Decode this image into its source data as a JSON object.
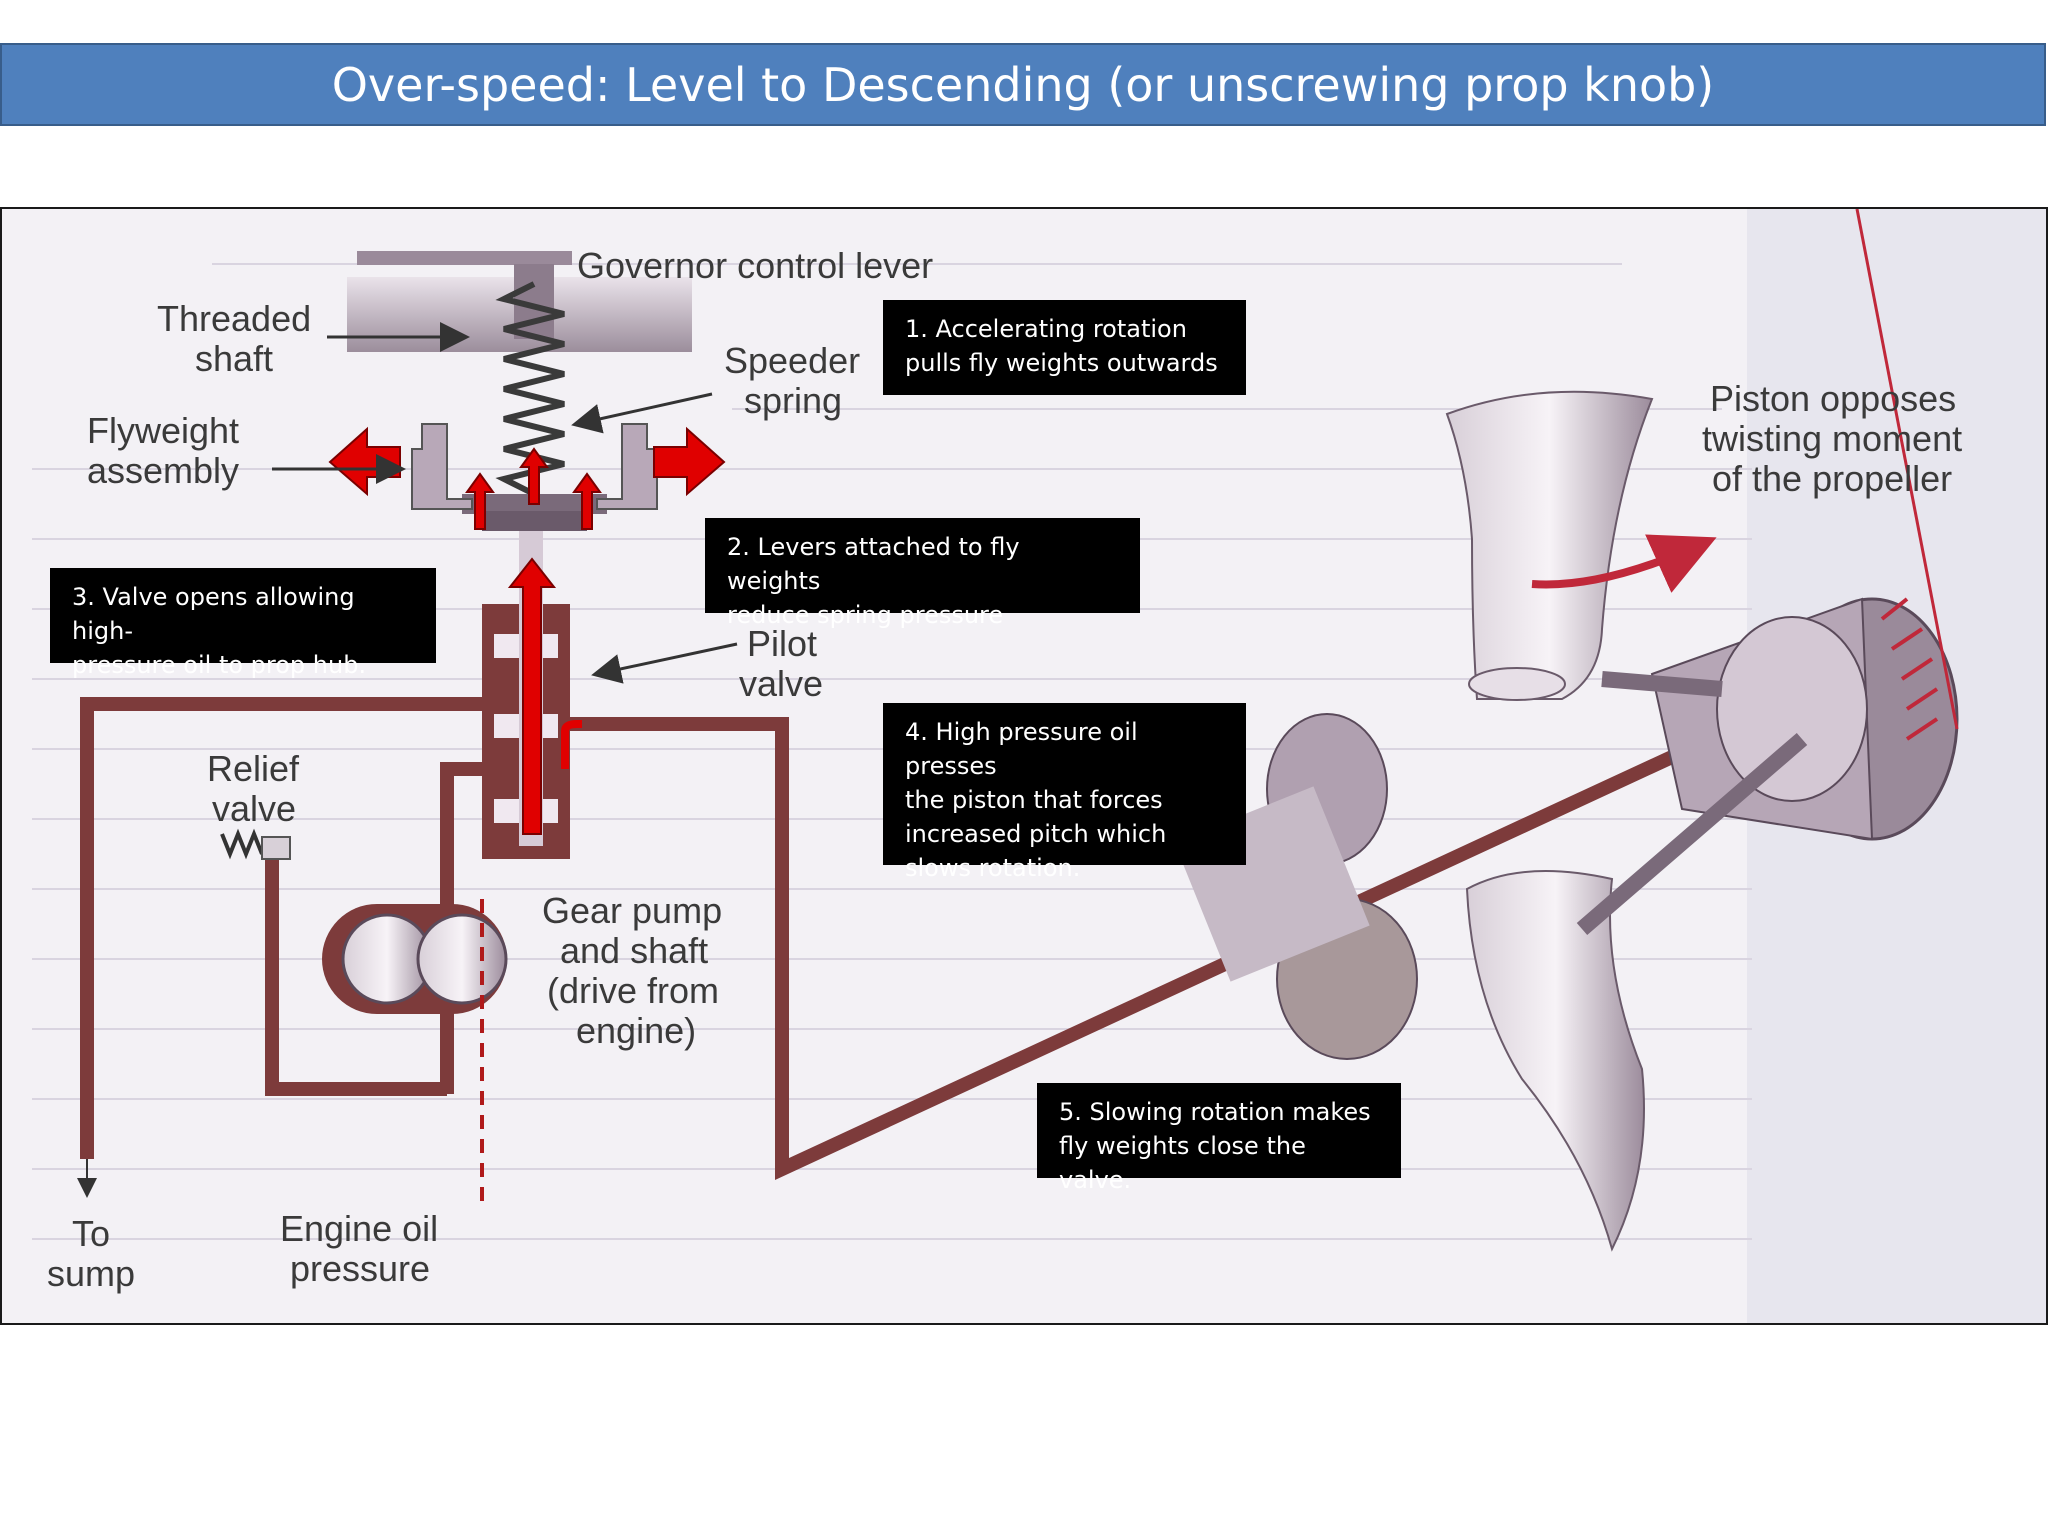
{
  "slide": {
    "title": "Over-speed:  Level to Descending (or unscrewing prop knob)",
    "colors": {
      "title_bar": "#4f80bd",
      "oil_line": "#7d3b3b",
      "arrow_red": "#e00000",
      "callout_bg": "#000000"
    }
  },
  "diagram": {
    "labels": {
      "governor_control_lever": "Governor control lever",
      "threaded_shaft_1": "Threaded",
      "threaded_shaft_2": "shaft",
      "speeder_spring_1": "Speeder",
      "speeder_spring_2": "spring",
      "flyweight_1": "Flyweight",
      "flyweight_2": "assembly",
      "pilot_valve_1": "Pilot",
      "pilot_valve_2": "valve",
      "relief_valve_1": "Relief",
      "relief_valve_2": "valve",
      "gear_pump_1": "Gear pump",
      "gear_pump_2": "and shaft",
      "gear_pump_3": "(drive from",
      "gear_pump_4": "engine)",
      "engine_oil_1": "Engine oil",
      "engine_oil_2": "pressure",
      "to_sump_1": "To",
      "to_sump_2": "sump",
      "piston_1": "Piston opposes",
      "piston_2": "twisting moment",
      "piston_3": "of the propeller"
    },
    "callouts": {
      "c1_line1": "1. Accelerating rotation",
      "c1_line2": "pulls fly weights outwards",
      "c2_line1": "2. Levers attached to fly weights",
      "c2_line2": "reduce spring pressure",
      "c3_line1": "3. Valve opens allowing high-",
      "c3_line2": "pressure oil to prop hub.",
      "c4_line1": "4. High pressure oil presses",
      "c4_line2": "the piston that forces",
      "c4_line3": "increased pitch which",
      "c4_line4": "slows rotation.",
      "c5_line1": "5. Slowing rotation makes",
      "c5_line2": "fly weights close the valve."
    }
  }
}
